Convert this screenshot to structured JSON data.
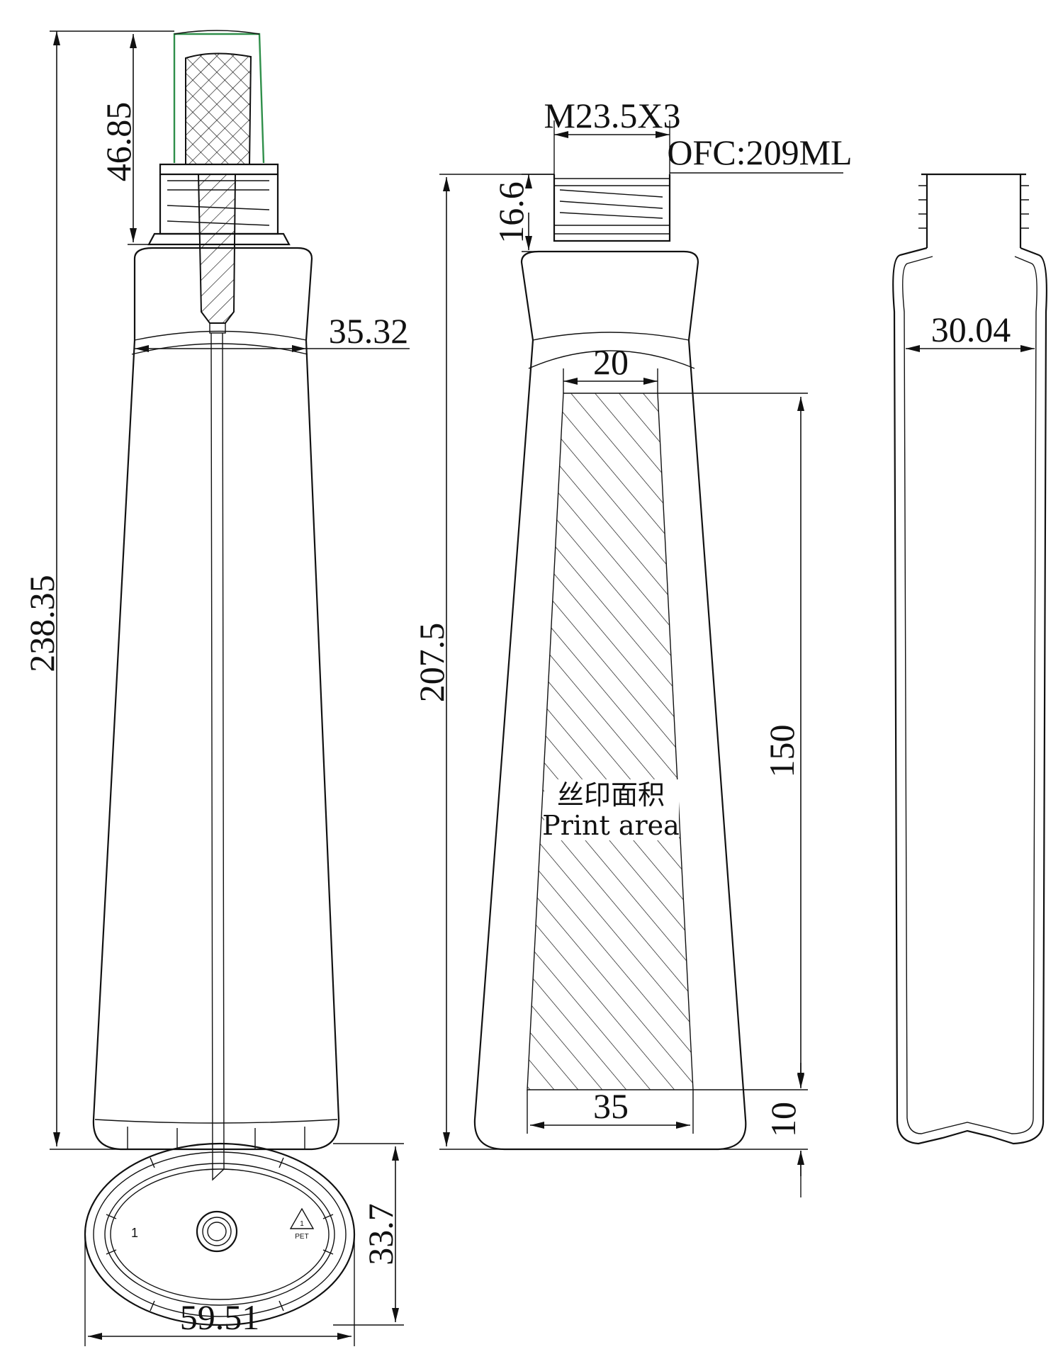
{
  "dimensions": {
    "total_height": "238.35",
    "pump_height": "46.85",
    "shoulder_width": "35.32",
    "thread": "M23.5X3",
    "capacity": "OFC:209ML",
    "neck_height": "16.6",
    "bottle_height": "207.5",
    "print_top_width": "20",
    "print_height": "150",
    "print_bottom_width": "35",
    "bottom_offset": "10",
    "side_width": "30.04",
    "base_depth": "33.7",
    "base_width": "59.51"
  },
  "print_area": {
    "label_cn": "丝印面积",
    "label_en": "Print area"
  },
  "base_marks": {
    "mold_number": "1",
    "recycle_code": "1",
    "material": "PET"
  },
  "colors": {
    "line": "#111111",
    "cap_accent": "#2f8f4a"
  }
}
